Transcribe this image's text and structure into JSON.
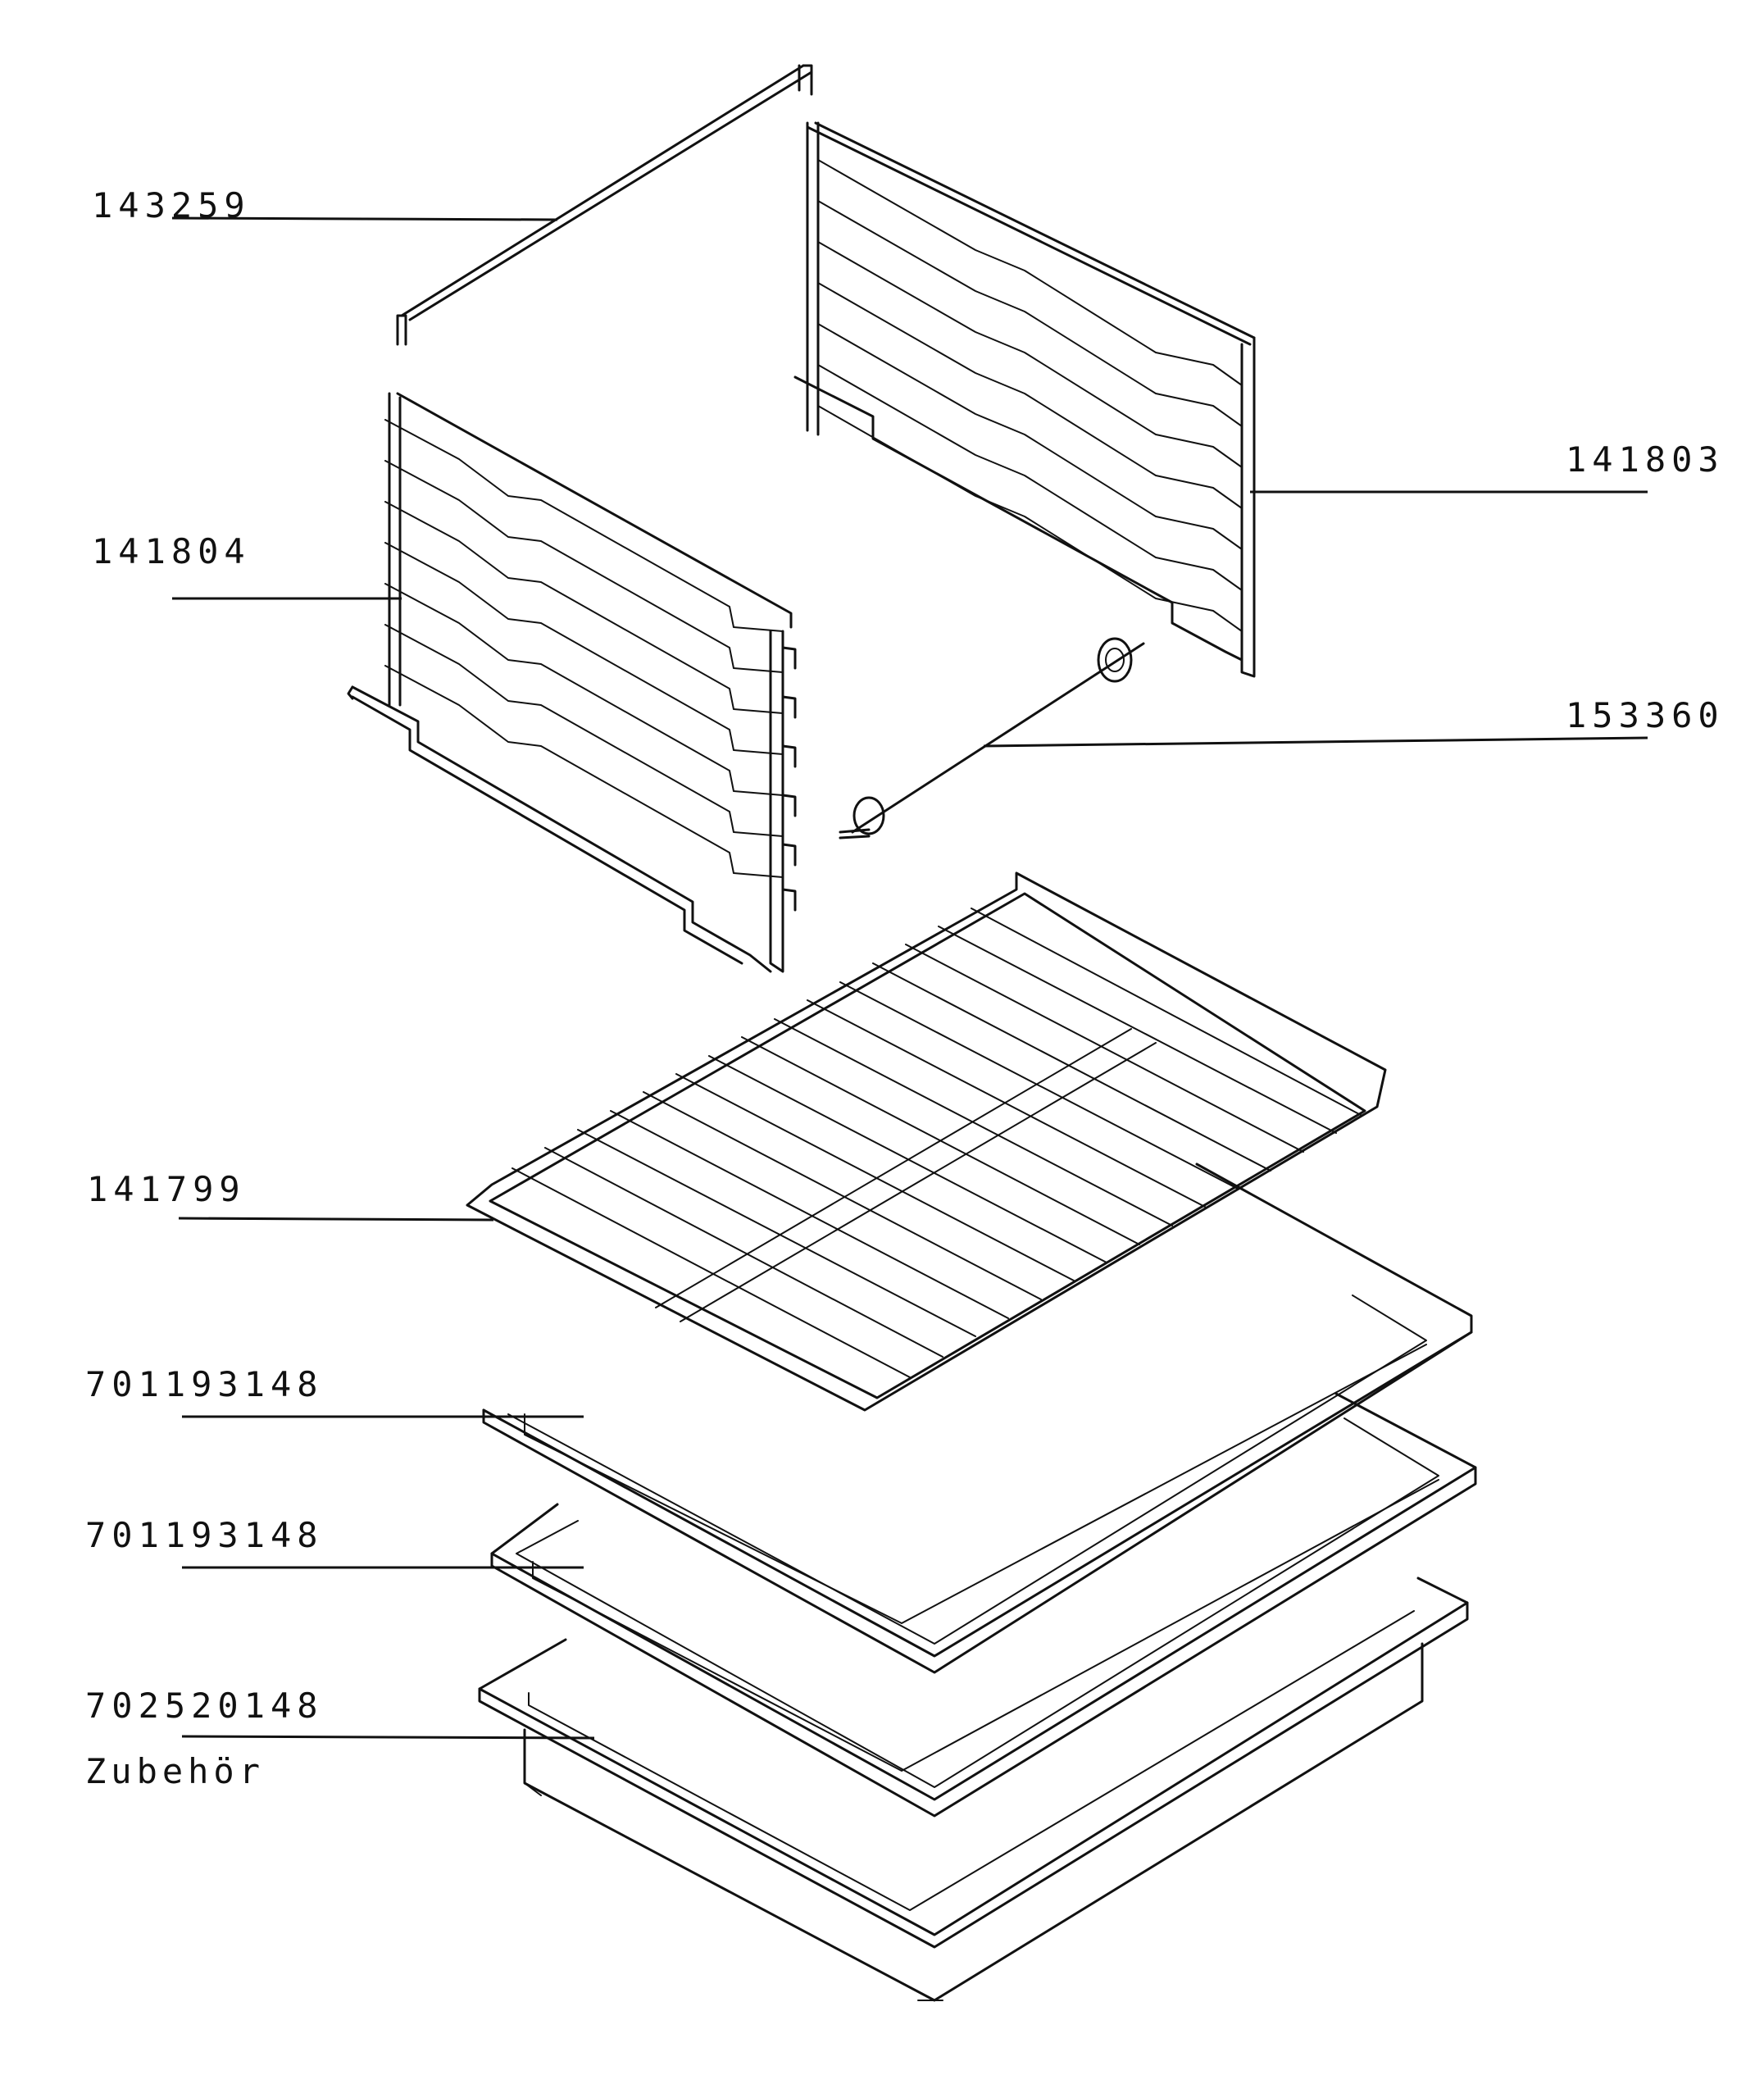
{
  "parts": [
    {
      "number": "143259"
    },
    {
      "number": "141803"
    },
    {
      "number": "141804"
    },
    {
      "number": "153360"
    },
    {
      "number": "141799"
    },
    {
      "number": "701193148"
    },
    {
      "number": "701193148"
    },
    {
      "number": "702520148"
    }
  ],
  "footer_label": "Zubehör"
}
